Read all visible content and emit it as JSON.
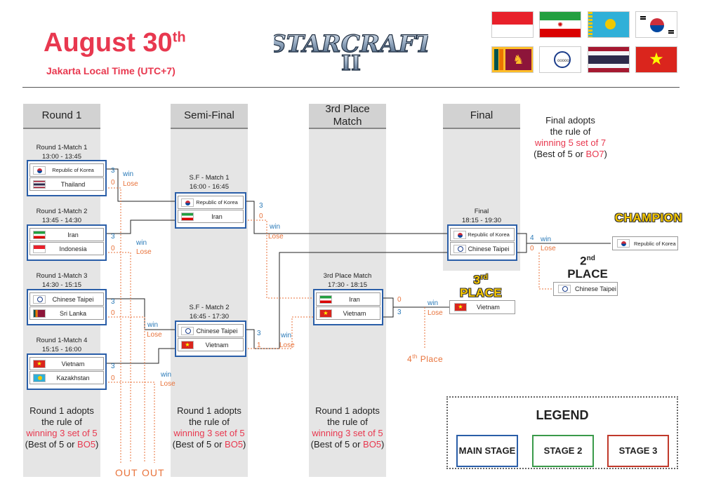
{
  "header": {
    "date": "August 30",
    "date_suffix": "th",
    "timezone": "Jakarta Local Time (UTC+7)",
    "logo_text": "STARCRAFT",
    "logo_mark": "II"
  },
  "columns": {
    "round1": "Round 1",
    "semi": "Semi-Final",
    "third_line1": "3rd Place",
    "third_line2": "Match",
    "final": "Final"
  },
  "round1": {
    "m1": {
      "title": "Round 1-Match 1",
      "time": "13:00 - 13:45",
      "t1": "Republic of Korea",
      "t2": "Thailand",
      "s1": "3",
      "s2": "0"
    },
    "m2": {
      "title": "Round 1-Match 2",
      "time": "13:45 - 14:30",
      "t1": "Iran",
      "t2": "Indonesia",
      "s1": "3",
      "s2": "0"
    },
    "m3": {
      "title": "Round 1-Match 3",
      "time": "14:30 - 15:15",
      "t1": "Chinese Taipei",
      "t2": "Sri Lanka",
      "s1": "3",
      "s2": "0"
    },
    "m4": {
      "title": "Round 1-Match 4",
      "time": "15:15 - 16:00",
      "t1": "Vietnam",
      "t2": "Kazakhstan",
      "s1": "3",
      "s2": "0"
    }
  },
  "semi": {
    "m1": {
      "title": "S.F - Match 1",
      "time": "16:00 - 16:45",
      "t1": "Republic of Korea",
      "t2": "Iran",
      "s1": "3",
      "s2": "0"
    },
    "m2": {
      "title": "S.F - Match 2",
      "time": "16:45 - 17:30",
      "t1": "Chinese Taipei",
      "t2": "Vietnam",
      "s1": "3",
      "s2": "1"
    }
  },
  "third": {
    "title": "3rd Place Match",
    "time": "17:30 - 18:15",
    "t1": "Iran",
    "t2": "Vietnam",
    "s1": "0",
    "s2": "3"
  },
  "final": {
    "title": "Final",
    "time": "18:15 - 19:30",
    "t1": "Republic of Korea",
    "t2": "Chinese Taipei",
    "s1": "4",
    "s2": "0"
  },
  "labels": {
    "win": "win",
    "lose": "Lose",
    "out": "OUT",
    "fourth": "4",
    "fourth_suffix": "th",
    "fourth_rest": " Place"
  },
  "results": {
    "champion_title": "CHAMPION",
    "champion": "Republic of Korea",
    "second_num": "2",
    "second_suffix": "nd",
    "second_word": "PLACE",
    "second": "Chinese Taipei",
    "third_num": "3",
    "third_suffix": "rd",
    "third_word": "PLACE",
    "third": "Vietnam"
  },
  "notes": {
    "final_l1": "Final adopts",
    "final_l2": "the rule of",
    "final_l3": "winning 5 set of 7",
    "final_l4a": "(Best of 5 or ",
    "final_l4b": "BO7",
    "final_l4c": ")",
    "bo5_l1": "Round 1 adopts",
    "bo5_l2": "the rule of",
    "bo5_l3": "winning 3 set of 5",
    "bo5_l4a": "(Best of 5 or ",
    "bo5_l4b": "BO5",
    "bo5_l4c": ")"
  },
  "legend": {
    "title": "LEGEND",
    "main": "MAIN STAGE",
    "stage2": "STAGE 2",
    "stage3": "STAGE 3",
    "main_color": "#2a5ea8",
    "stage2_color": "#3a9a4a",
    "stage3_color": "#c0392b"
  },
  "flags": [
    "Indonesia",
    "Iran",
    "Kazakhstan",
    "Republic of Korea",
    "Sri Lanka",
    "Chinese Taipei",
    "Thailand",
    "Vietnam"
  ]
}
